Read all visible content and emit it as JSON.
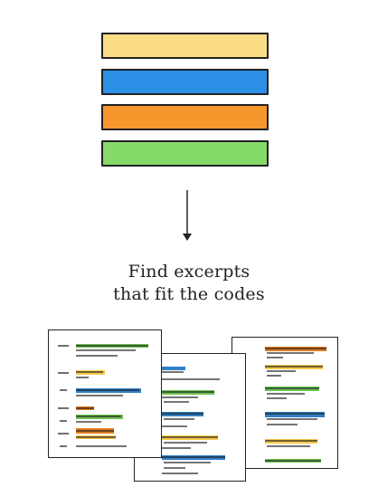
{
  "codes": [
    {
      "name": "code-yellow",
      "color": "#FBDD85"
    },
    {
      "name": "code-blue",
      "color": "#2B8FE6"
    },
    {
      "name": "code-orange",
      "color": "#F7962C"
    },
    {
      "name": "code-green",
      "color": "#86DA6A"
    }
  ],
  "caption": {
    "line1": "Find excerpts",
    "line2": "that fit the codes"
  },
  "colors": {
    "ink": "#222222",
    "yellow": "#F6C94B",
    "blue": "#2F7FC8",
    "orange": "#E27A1F",
    "green": "#6BC24F"
  }
}
